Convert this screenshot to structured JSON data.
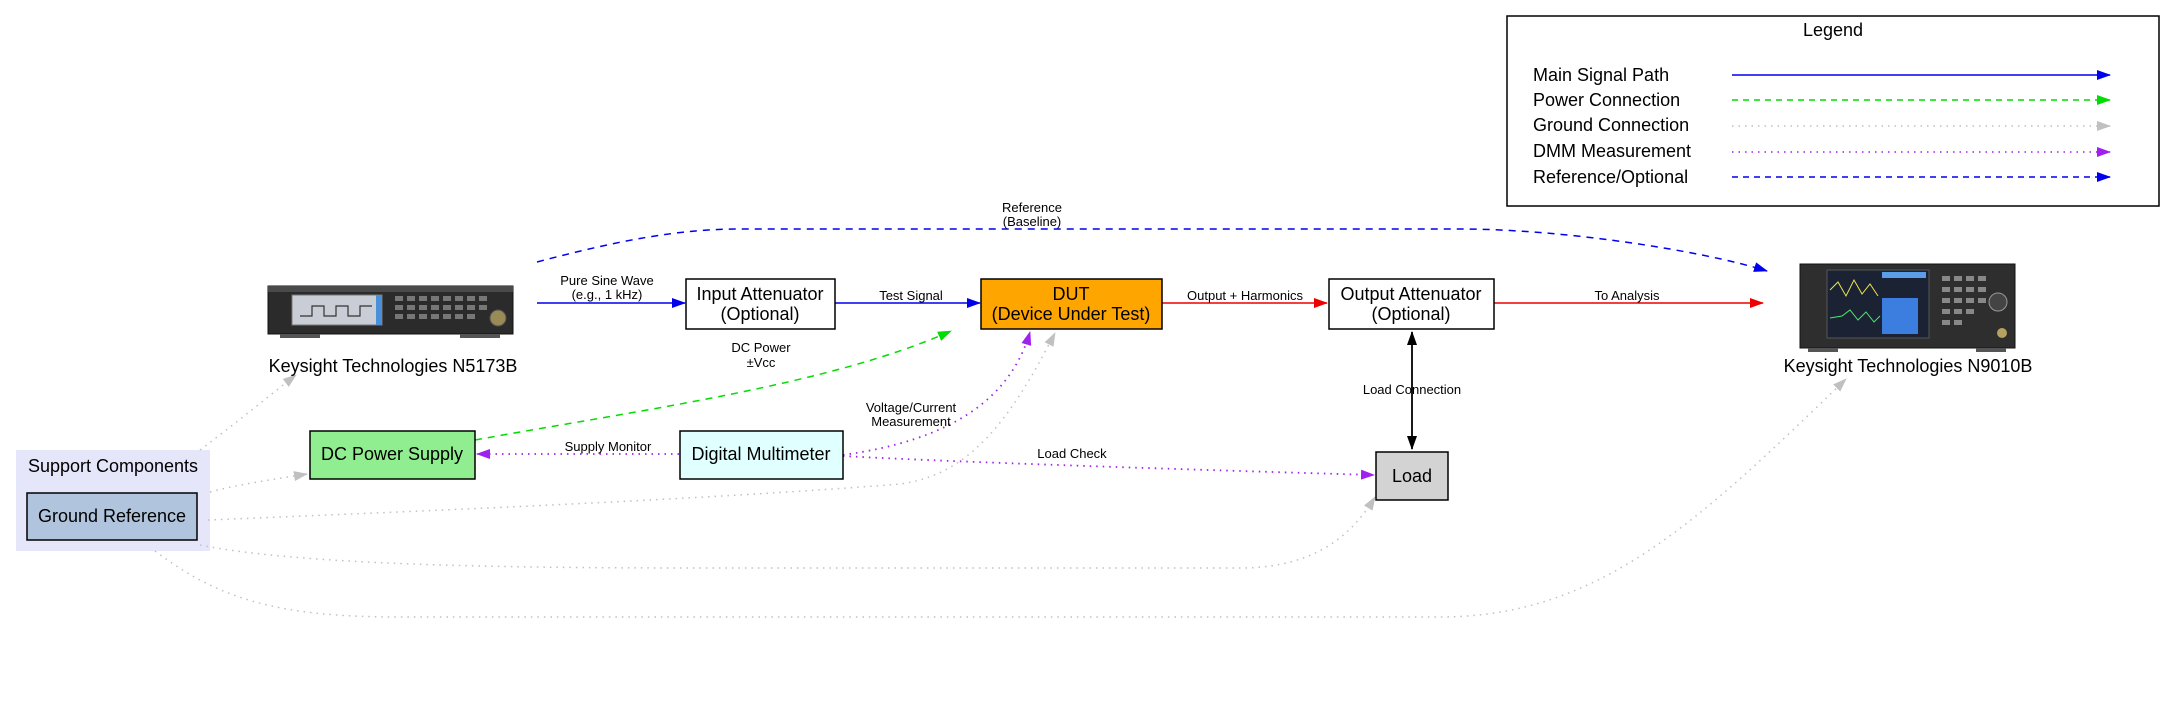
{
  "colors": {
    "main": "#0000ee",
    "power": "#00dd00",
    "ground": "#c0c0c0",
    "dmm": "#a020f0",
    "reference": "#0000ee",
    "output": "#ee0000",
    "load": "#000000",
    "dut_fill": "#ffa500",
    "dc_fill": "#90ee90",
    "dmm_fill": "#e0ffff",
    "load_fill": "#d3d3d3",
    "ground_fill": "#b0c4de",
    "cluster_fill": "#e6e6fa"
  },
  "nodes": {
    "sig_gen": {
      "label": "Keysight Technologies N5173B",
      "icon": "signal-generator-image"
    },
    "analyzer": {
      "label": "Keysight Technologies N9010B",
      "icon": "spectrum-analyzer-image"
    },
    "input_att": {
      "line1": "Input Attenuator",
      "line2": "(Optional)"
    },
    "dut": {
      "line1": "DUT",
      "line2": "(Device Under Test)"
    },
    "output_att": {
      "line1": "Output Attenuator",
      "line2": "(Optional)"
    },
    "dc_supply": {
      "label": "DC Power Supply"
    },
    "dmm": {
      "label": "Digital Multimeter"
    },
    "load": {
      "label": "Load"
    },
    "support_cluster": {
      "label": "Support Components"
    },
    "ground_ref": {
      "label": "Ground Reference"
    }
  },
  "edges": {
    "pure_sine_1": "Pure Sine Wave",
    "pure_sine_2": "(e.g., 1 kHz)",
    "test_signal": "Test Signal",
    "output_harmonics": "Output + Harmonics",
    "to_analysis": "To Analysis",
    "reference_1": "Reference",
    "reference_2": "(Baseline)",
    "dc_power_1": "DC Power",
    "dc_power_2": "±Vcc",
    "voltage_current_1": "Voltage/Current",
    "voltage_current_2": "Measurement",
    "supply_monitor": "Supply Monitor",
    "load_check": "Load Check",
    "load_connection": "Load Connection"
  },
  "legend": {
    "title": "Legend",
    "items": [
      {
        "label": "Main Signal Path",
        "style": "solid",
        "color": "#0000ee"
      },
      {
        "label": "Power Connection",
        "style": "dashed",
        "color": "#00dd00"
      },
      {
        "label": "Ground Connection",
        "style": "dotted",
        "color": "#c0c0c0"
      },
      {
        "label": "DMM Measurement",
        "style": "dotted",
        "color": "#a020f0"
      },
      {
        "label": "Reference/Optional",
        "style": "dashed",
        "color": "#0000ee"
      }
    ]
  }
}
